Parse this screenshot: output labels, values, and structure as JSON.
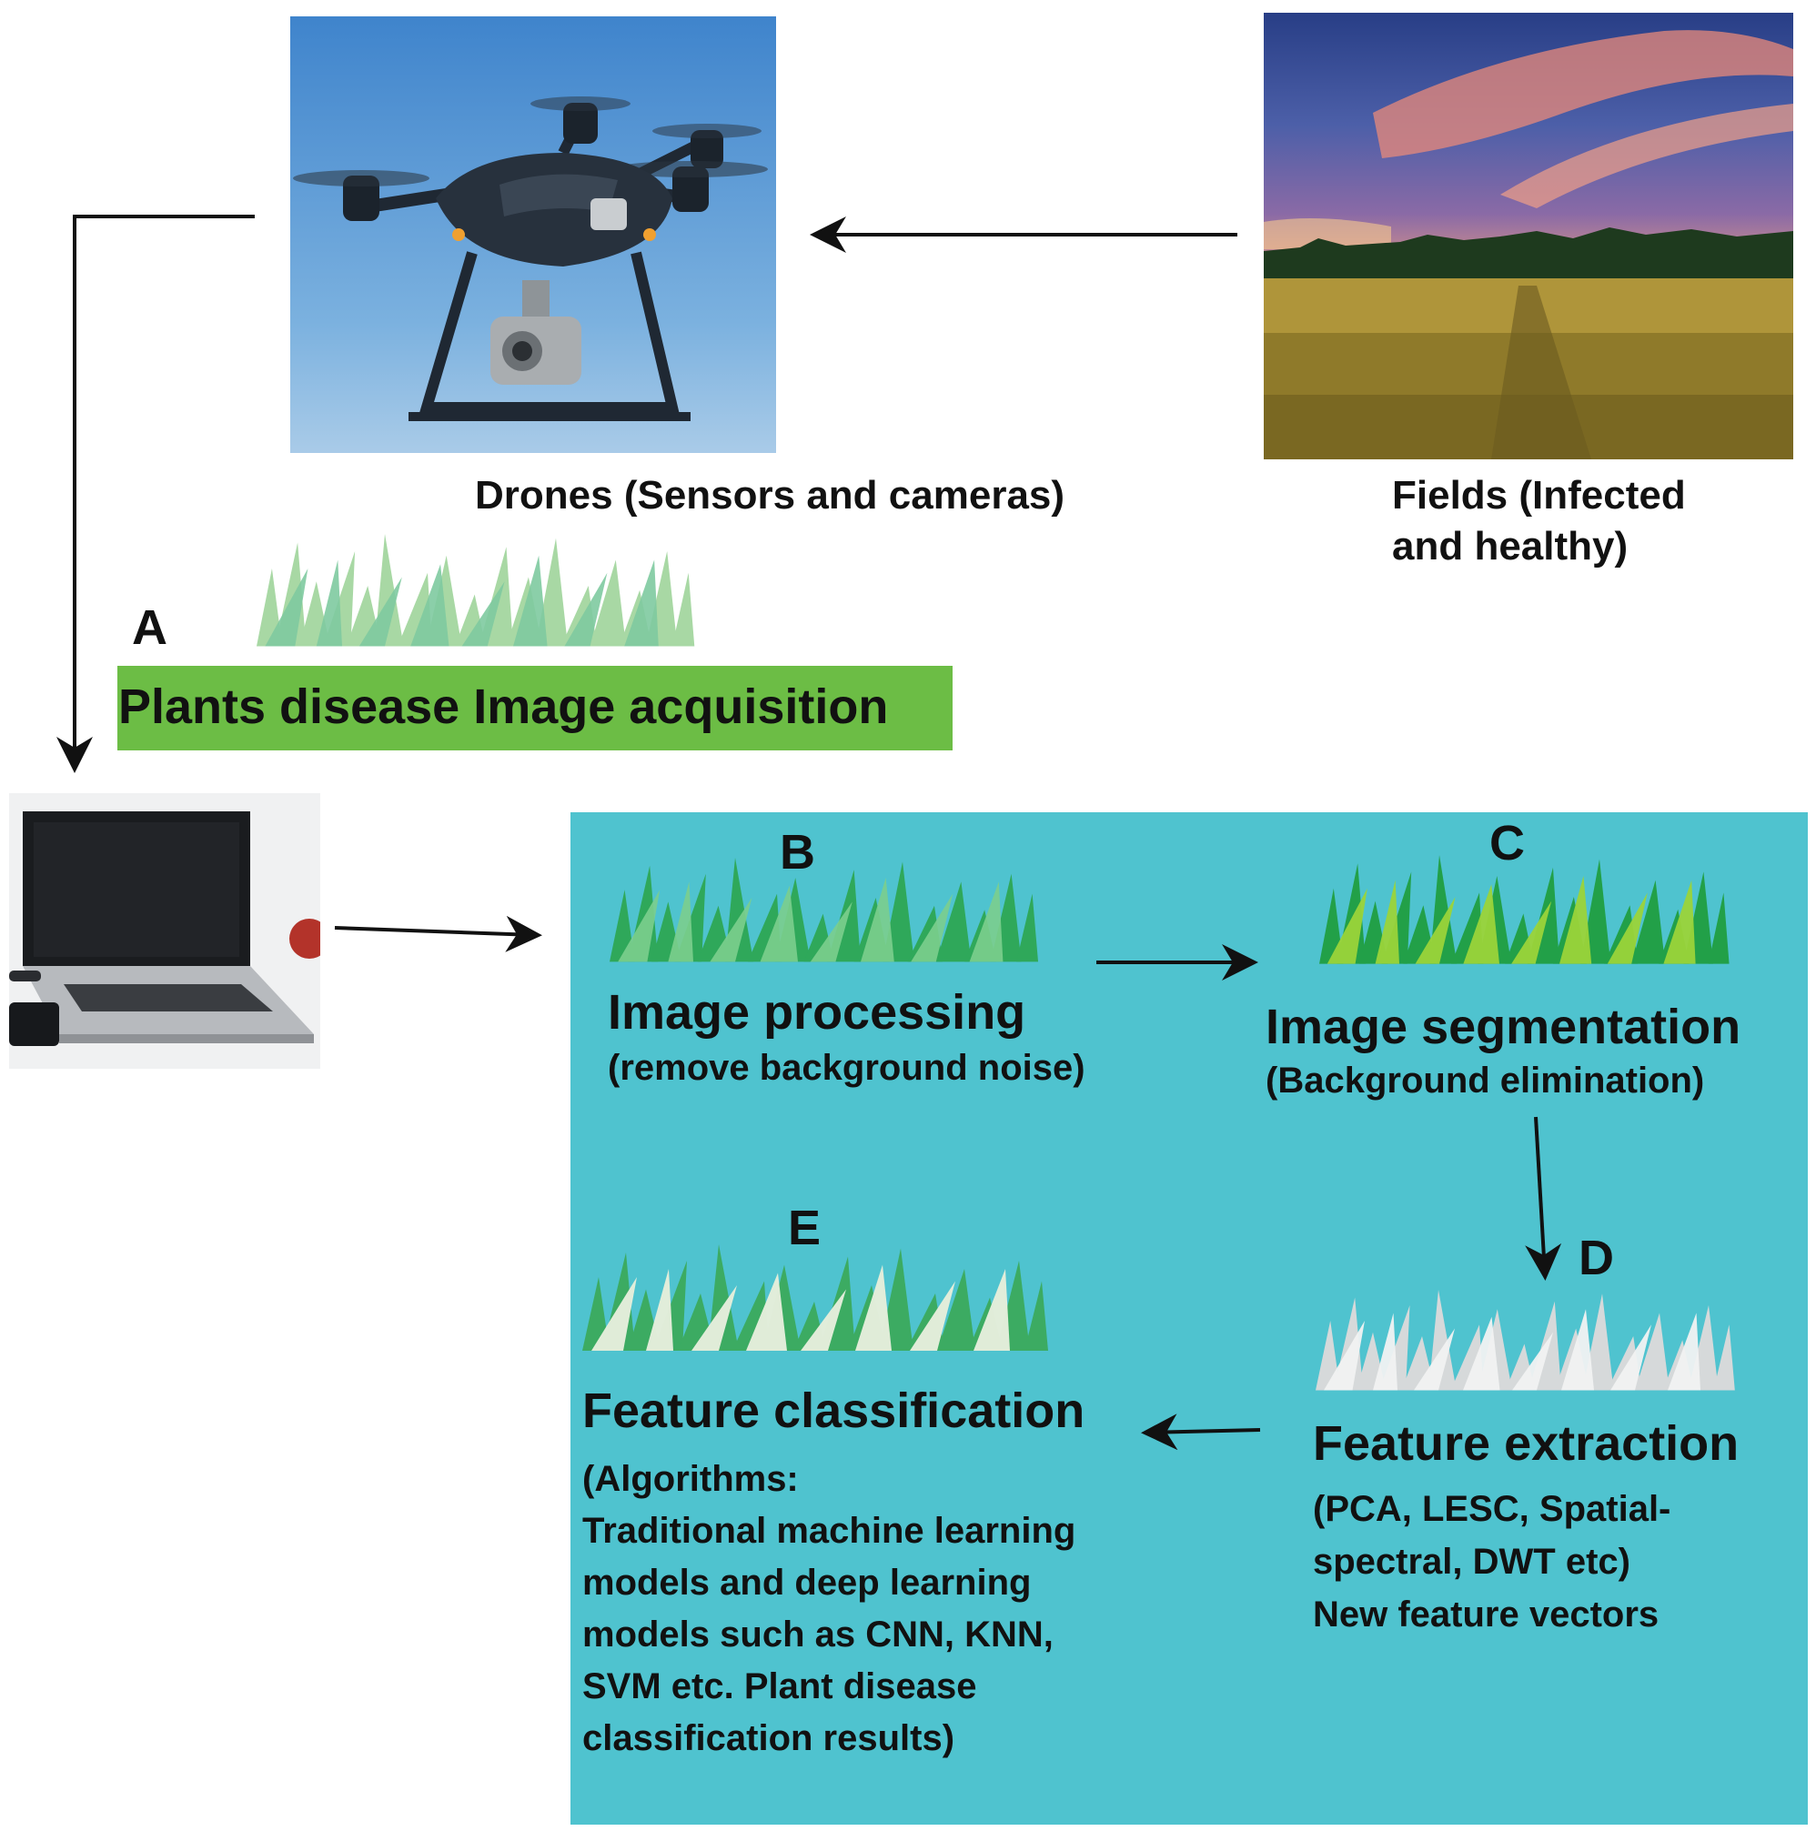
{
  "drone_caption": "Drones (Sensors and cameras)",
  "field_caption": "Fields (Infected\nand healthy)",
  "stage_a": {
    "letter": "A",
    "title": "Plants disease Image acquisition"
  },
  "stage_b": {
    "letter": "B",
    "title": "Image processing",
    "detail": "(remove background noise)"
  },
  "stage_c": {
    "letter": "C",
    "title": "Image segmentation",
    "detail": "(Background elimination)"
  },
  "stage_d": {
    "letter": "D",
    "title": "Feature extraction",
    "detail": "(PCA, LESC, Spatial-\nspectral, DWT etc)\nNew feature vectors"
  },
  "stage_e": {
    "letter": "E",
    "title": "Feature classification",
    "detail": "(Algorithms:\nTraditional machine learning\nmodels and deep learning\nmodels such as CNN, KNN,\nSVM etc. Plant disease\nclassification results)"
  },
  "colors": {
    "acquisition_banner": "#6cbd45",
    "processing_panel": "#4fc3cf",
    "sky": "#4f8fd0",
    "grass_green": "#2fa85a",
    "grass_white": "#e4eedb"
  },
  "icons": [
    "drone-photo",
    "field-photo",
    "laptop-photo",
    "grass-icon"
  ]
}
